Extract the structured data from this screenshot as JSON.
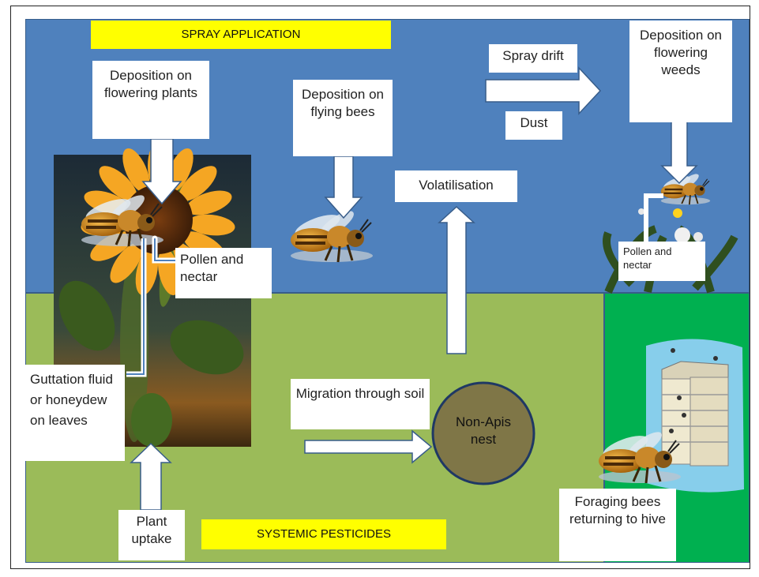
{
  "banners": {
    "spray": "SPRAY APPLICATION",
    "systemic": "SYSTEMIC PESTICIDES"
  },
  "labels": {
    "deposition_plants": "Deposition on flowering plants",
    "deposition_flying_bees": "Deposition on flying bees",
    "spray_drift": "Spray drift",
    "dust": "Dust",
    "deposition_weeds": "Deposition on flowering weeds",
    "volatilisation": "Volatilisation",
    "pollen_nectar": "Pollen and nectar",
    "pollen_nectar_weeds": "Pollen and nectar",
    "guttation": "Guttation fluid or honeydew on leaves",
    "migration_soil": "Migration through soil",
    "non_apis_nest": "Non-Apis nest",
    "plant_uptake": "Plant uptake",
    "foraging_bees": "Foraging bees returning to hive"
  },
  "colors": {
    "sky": "#4f81bd",
    "ground": "#9bbb59",
    "hive_area": "#00b050",
    "banner": "#ffff00",
    "nest": "#7f7647"
  }
}
